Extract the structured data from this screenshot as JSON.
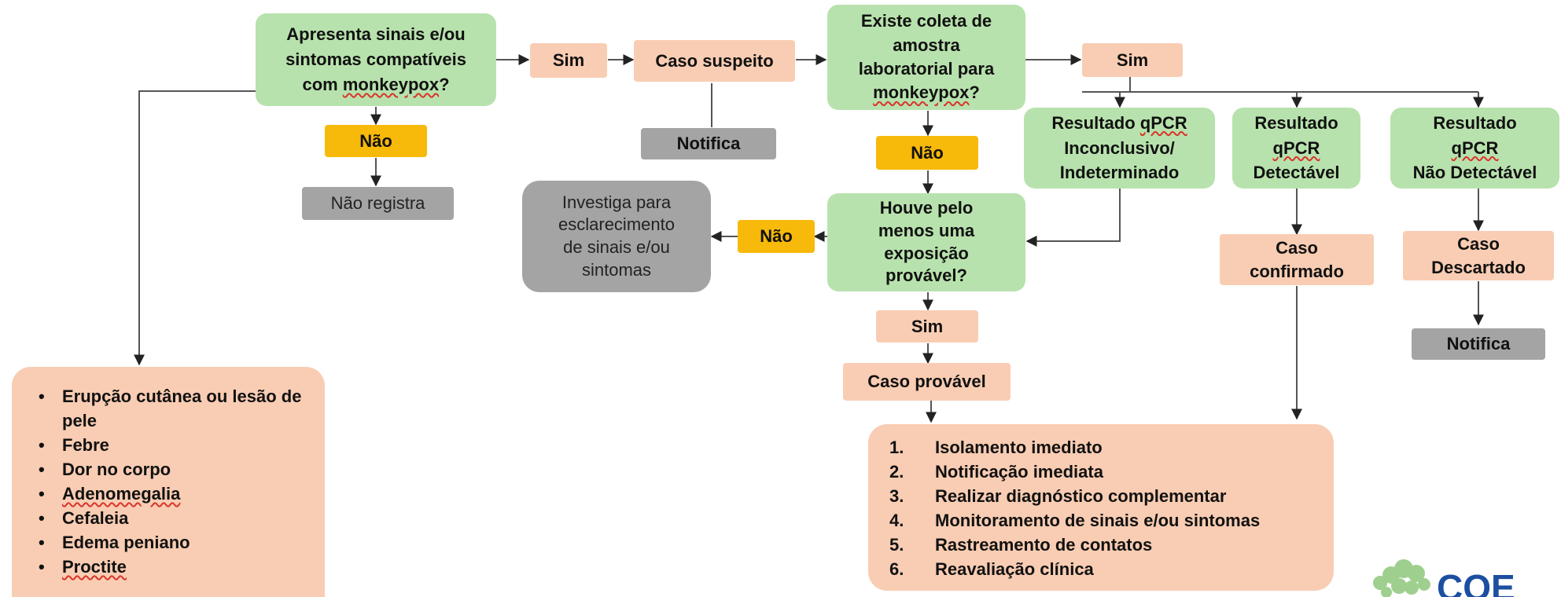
{
  "nodes": {
    "q_symptoms": {
      "line1": "Apresenta sinais e/ou",
      "line2": "sintomas compatíveis",
      "line3_prefix": "com ",
      "line3_term": "monkeypox",
      "line3_suffix": "?"
    },
    "sim_1": "Sim",
    "caso_suspeito": "Caso suspeito",
    "q_coleta": {
      "line1": "Existe coleta de",
      "line2": "amostra",
      "line3": "laboratorial para",
      "line4_term": "monkeypox",
      "line4_suffix": "?"
    },
    "sim_2": "Sim",
    "nao_1": "Não",
    "nao_registra": "Não registra",
    "notifica_1": "Notifica",
    "nao_2": "Não",
    "qpcr_inconclusivo": {
      "line1_prefix": "Resultado ",
      "line1_term": "qPCR",
      "line2": "Inconclusivo/",
      "line3": "Indeterminado"
    },
    "qpcr_detectavel": {
      "line1": "Resultado",
      "line2_term": "qPCR",
      "line3": "Detectável"
    },
    "qpcr_nao_detectavel": {
      "line1": "Resultado",
      "line2_term": "qPCR",
      "line3": "Não Detectável"
    },
    "investiga": {
      "line1": "Investiga para",
      "line2": "esclarecimento",
      "line3": "de sinais e/ou",
      "line4": "sintomas"
    },
    "nao_3": "Não",
    "q_exposicao": {
      "line1": "Houve pelo",
      "line2": "menos uma",
      "line3": "exposição",
      "line4": "provável?"
    },
    "caso_confirmado": {
      "line1": "Caso",
      "line2": "confirmado"
    },
    "caso_descartado": {
      "line1": "Caso",
      "line2": "Descartado"
    },
    "sim_3": "Sim",
    "notifica_2": "Notifica",
    "caso_provavel": "Caso provável"
  },
  "symptoms": {
    "items": [
      "Erupção cutânea ou lesão de pele",
      "Febre",
      "Dor no corpo",
      "Adenomegalia",
      "Cefaleia",
      "Edema peniano",
      "Proctite"
    ]
  },
  "actions": {
    "items": [
      {
        "num": "1.",
        "text": "Isolamento imediato"
      },
      {
        "num": "2.",
        "text": "Notificação imediata"
      },
      {
        "num": "3.",
        "text": "Realizar diagnóstico complementar"
      },
      {
        "num": "4.",
        "text": "Monitoramento de sinais e/ou sintomas"
      },
      {
        "num": "5.",
        "text": "Rastreamento de contatos"
      },
      {
        "num": "6.",
        "text": "Reavaliação clínica"
      }
    ]
  },
  "logo": {
    "text": "COE",
    "color": "#1c4fa0",
    "leaf_color": "#9fcf8f"
  },
  "colors": {
    "green": "#b8e2ad",
    "salmon": "#f9cdb3",
    "yellow": "#f7b90a",
    "gray": "#a4a4a4",
    "line": "#555555"
  }
}
